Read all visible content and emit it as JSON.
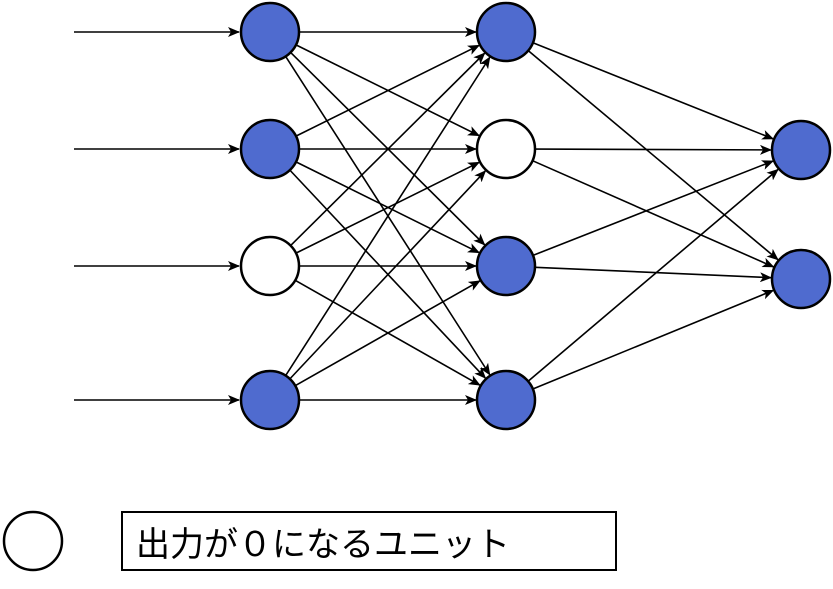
{
  "network": {
    "layers": [
      {
        "units": [
          "active",
          "active",
          "inactive",
          "active"
        ]
      },
      {
        "units": [
          "active",
          "inactive",
          "active",
          "active"
        ]
      },
      {
        "units": [
          "active",
          "active"
        ]
      }
    ],
    "input_arrows": 4,
    "connectivity": "fully-connected"
  },
  "legend": {
    "label": "出力が０になるユニット"
  },
  "colors": {
    "active_fill": "#4f6bcf",
    "inactive_fill": "#ffffff",
    "stroke": "#000000"
  }
}
